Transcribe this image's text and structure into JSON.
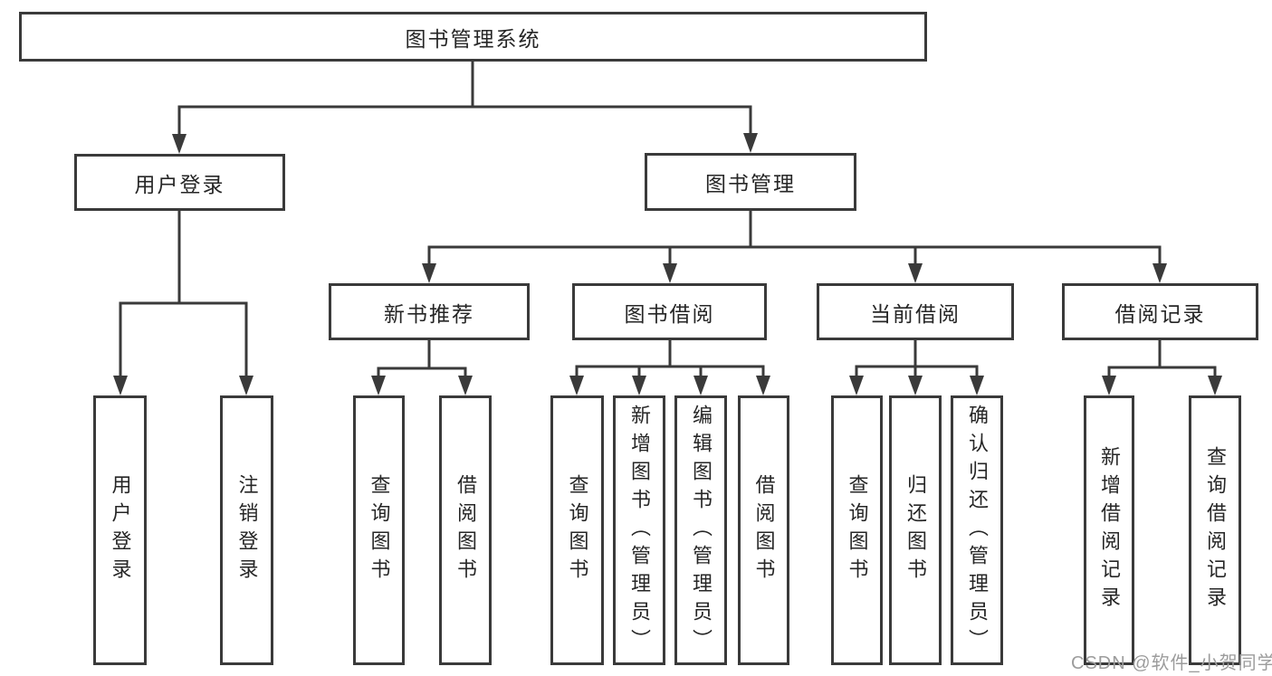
{
  "root": {
    "label": "图书管理系统",
    "children": [
      {
        "label": "用户登录",
        "children": [
          {
            "label": "用户登录"
          },
          {
            "label": "注销登录"
          }
        ]
      },
      {
        "label": "图书管理",
        "children": [
          {
            "label": "新书推荐",
            "children": [
              {
                "label": "查询图书"
              },
              {
                "label": "借阅图书"
              }
            ]
          },
          {
            "label": "图书借阅",
            "children": [
              {
                "label": "查询图书"
              },
              {
                "label": "新增图书（管理员）"
              },
              {
                "label": "编辑图书（管理员）"
              },
              {
                "label": "借阅图书"
              }
            ]
          },
          {
            "label": "当前借阅",
            "children": [
              {
                "label": "查询图书"
              },
              {
                "label": "归还图书"
              },
              {
                "label": "确认归还（管理员）"
              }
            ]
          },
          {
            "label": "借阅记录",
            "children": [
              {
                "label": "新增借阅记录"
              },
              {
                "label": "查询借阅记录"
              }
            ]
          }
        ]
      }
    ]
  },
  "watermark": "CSDN @软件_小贺同学",
  "colors": {
    "line": "#3a3a3a",
    "box_border": "#3a3a3a",
    "text": "#262626",
    "watermark": "#9c9c9c",
    "background": "#ffffff"
  }
}
